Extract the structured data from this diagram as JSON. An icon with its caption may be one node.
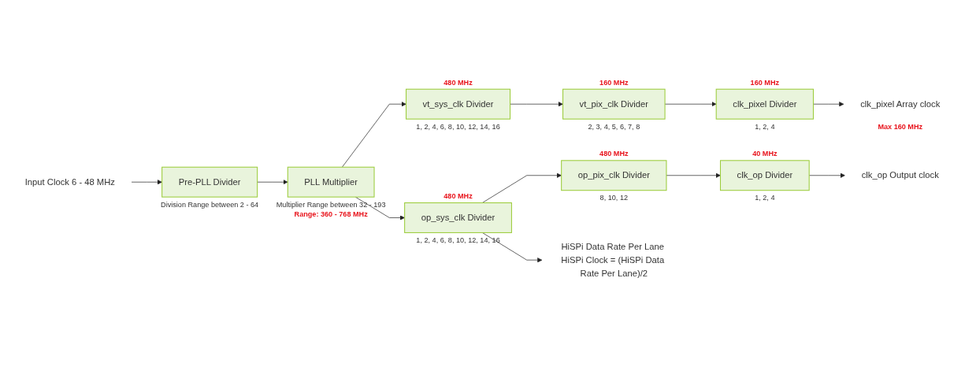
{
  "diagram": {
    "nodes": [
      {
        "text": [
          "Input Clock 6 - 48 MHz"
        ]
      },
      {
        "text": [
          "Pre-PLL Divider"
        ],
        "beside": [
          "Division Range between 2 - 64"
        ]
      },
      {
        "text": [
          "PLL Multiplier"
        ],
        "beside": [
          "Multiplier  Range between 32 - 193",
          "Range: 360 - 768 MHz"
        ]
      },
      {
        "text": [
          "vt_sys_clk Divider"
        ],
        "beside": [
          "480 MHz",
          "1, 2, 4, 6, 8, 10, 12, 14, 16"
        ]
      },
      {
        "text": [
          "vt_pix_clk Divider"
        ],
        "beside": [
          "160 MHz",
          "2, 3, 4, 5, 6, 7, 8"
        ]
      },
      {
        "text": [
          "clk_pixel Divider"
        ],
        "beside": [
          "160 MHz",
          "1, 2, 4"
        ]
      },
      {
        "text": [
          "clk_pixel Array clock"
        ],
        "beside": [
          "Max 160 MHz"
        ]
      },
      {
        "text": [
          "op_sys_clk Divider"
        ],
        "beside": [
          "480 MHz",
          "1, 2, 4, 6, 8, 10, 12, 14, 16"
        ]
      },
      {
        "text": [
          "op_pix_clk Divider"
        ],
        "beside": [
          "480 MHz",
          "8, 10, 12"
        ]
      },
      {
        "text": [
          "clk_op Divider"
        ],
        "beside": [
          "40 MHz",
          "1, 2, 4"
        ]
      },
      {
        "text": [
          "clk_op Output clock"
        ]
      },
      {
        "text": [
          "HiSPi Data Rate Per Lane HiSPi Clock = (HiSPi Data Rate Per Lane)/2"
        ]
      }
    ],
    "edges": [
      {
        "from": 0,
        "to": 1,
        "arrow": "to"
      },
      {
        "from": 1,
        "to": 2,
        "arrow": "to"
      },
      {
        "from": 2,
        "to": 3,
        "arrow": "to"
      },
      {
        "from": 3,
        "to": 4,
        "arrow": "to"
      },
      {
        "from": 4,
        "to": 5,
        "arrow": "to"
      },
      {
        "from": 5,
        "to": 6,
        "arrow": "to"
      },
      {
        "from": 2,
        "to": 7,
        "arrow": "to"
      },
      {
        "from": 7,
        "to": 8,
        "arrow": "to"
      },
      {
        "from": 8,
        "to": 9,
        "arrow": "to"
      },
      {
        "from": 9,
        "to": 10,
        "arrow": "to"
      },
      {
        "from": 7,
        "to": 11,
        "arrow": "to"
      }
    ]
  }
}
